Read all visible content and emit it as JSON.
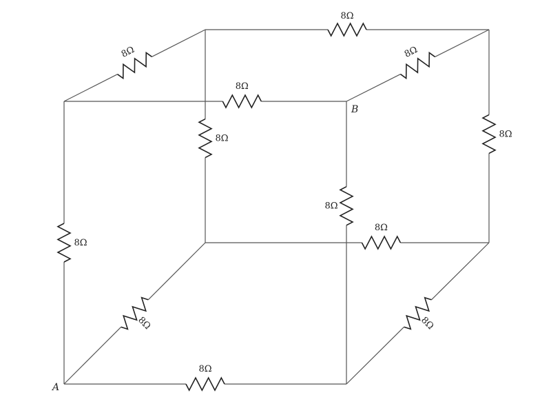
{
  "diagram": {
    "title": "Cube of resistors",
    "vertex_labels": {
      "a": "A",
      "b": "B"
    },
    "resistors": [
      {
        "edge": "back-top",
        "label": "8Ω"
      },
      {
        "edge": "top-left-diagonal",
        "label": "8Ω"
      },
      {
        "edge": "top-right-diagonal",
        "label": "8Ω"
      },
      {
        "edge": "front-top",
        "label": "8Ω"
      },
      {
        "edge": "back-left-vertical",
        "label": "8Ω"
      },
      {
        "edge": "back-right-vertical",
        "label": "8Ω"
      },
      {
        "edge": "front-right-vertical",
        "label": "8Ω"
      },
      {
        "edge": "back-bottom",
        "label": "8Ω"
      },
      {
        "edge": "front-left-vertical",
        "label": "8Ω"
      },
      {
        "edge": "bottom-left-diagonal",
        "label": "8Ω"
      },
      {
        "edge": "bottom-right-diagonal",
        "label": "8Ω"
      },
      {
        "edge": "front-bottom",
        "label": "8Ω"
      }
    ]
  }
}
